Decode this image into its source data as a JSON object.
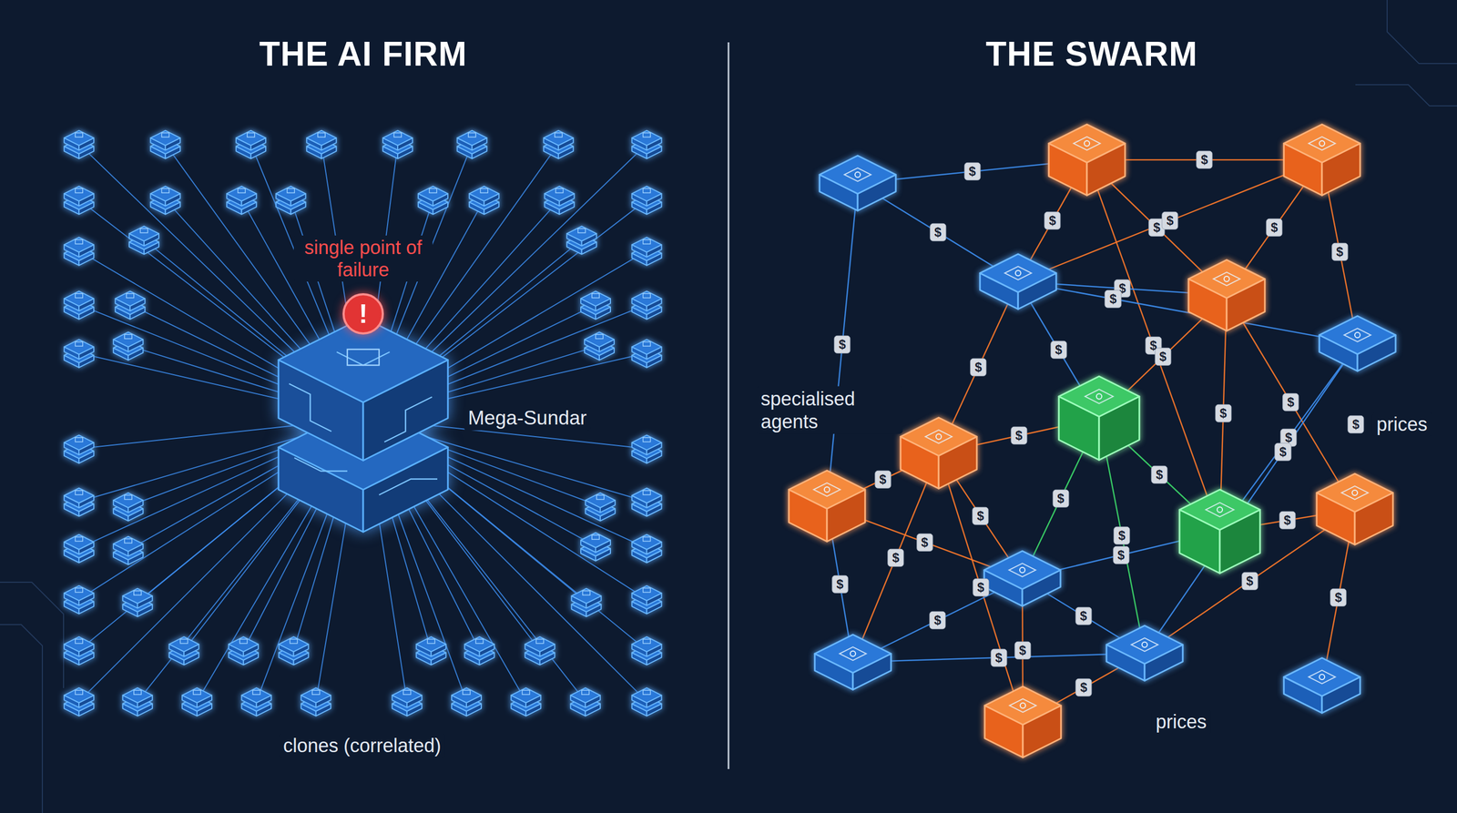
{
  "diagram": {
    "nodes": [
      {
        "text": [
          "Mega-Sundar"
        ]
      },
      {
        "text": [
          "single point of failure",
          "!"
        ]
      }
    ],
    "labels": [
      "THE AI FIRM",
      "THE SWARM",
      "clones (correlated)",
      "specialised agents",
      "$",
      "prices",
      "prices",
      "$",
      "$",
      "$",
      "$",
      "$",
      "$",
      "$",
      "$",
      "$",
      "$",
      "$",
      "$",
      "$",
      "$",
      "$",
      "$",
      "$",
      "$",
      "$",
      "$",
      "$",
      "$",
      "$",
      "$",
      "$",
      "$",
      "$",
      "$",
      "$",
      "$",
      "$",
      "$",
      "$",
      "$",
      "$",
      "$",
      "$",
      "$"
    ]
  }
}
